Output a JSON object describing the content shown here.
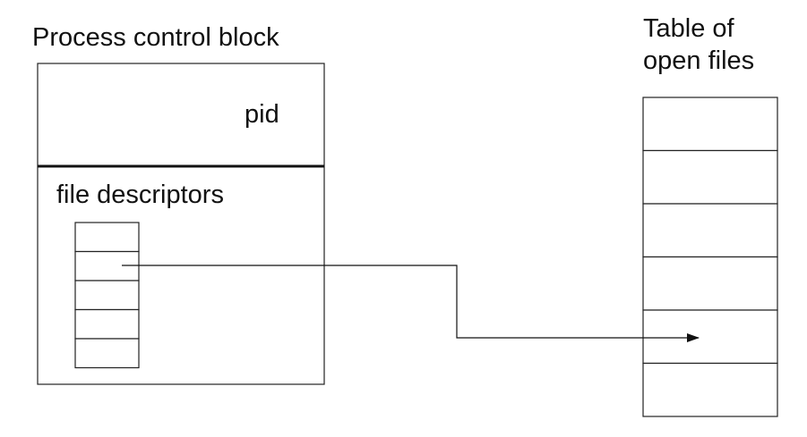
{
  "pcb": {
    "title": "Process control block",
    "pid_label": "pid",
    "fd_label": "file descriptors",
    "fd_slot_count": 5
  },
  "open_files": {
    "title_line1": "Table of",
    "title_line2": "open files",
    "slot_count": 6
  },
  "pointer": {
    "from": "file descriptor slot 2",
    "to": "open file table slot 5"
  }
}
